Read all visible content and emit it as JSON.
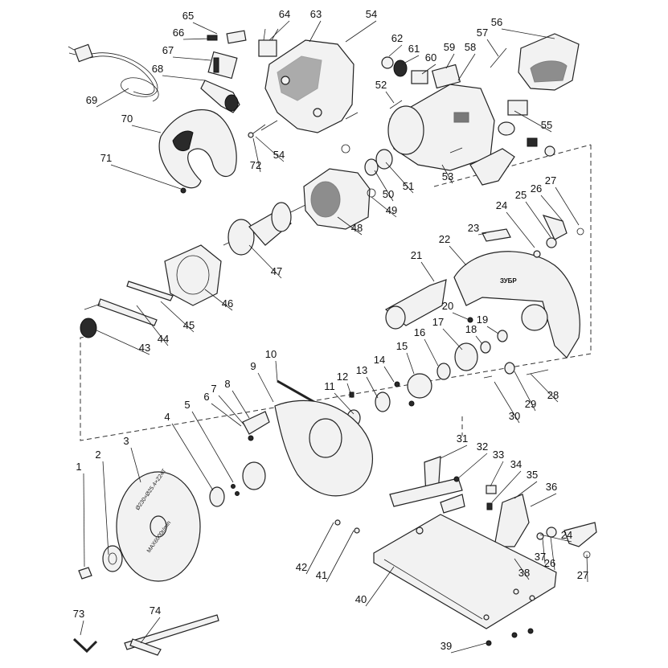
{
  "diagram": {
    "blade_text_primary": "Ø230×Ø25.4×Z24T",
    "blade_text_speed": "MAX6000r/min",
    "guard_brand": "ЗУБР",
    "label_color": "#111111",
    "line_color": "#222222",
    "callouts": [
      {
        "id": "1"
      },
      {
        "id": "2"
      },
      {
        "id": "3"
      },
      {
        "id": "4"
      },
      {
        "id": "5"
      },
      {
        "id": "6"
      },
      {
        "id": "7"
      },
      {
        "id": "8"
      },
      {
        "id": "9"
      },
      {
        "id": "10"
      },
      {
        "id": "11"
      },
      {
        "id": "12"
      },
      {
        "id": "13"
      },
      {
        "id": "14"
      },
      {
        "id": "15"
      },
      {
        "id": "16"
      },
      {
        "id": "17"
      },
      {
        "id": "18"
      },
      {
        "id": "19"
      },
      {
        "id": "20"
      },
      {
        "id": "21"
      },
      {
        "id": "22"
      },
      {
        "id": "23"
      },
      {
        "id": "24"
      },
      {
        "id": "25"
      },
      {
        "id": "26"
      },
      {
        "id": "27"
      },
      {
        "id": "28"
      },
      {
        "id": "29"
      },
      {
        "id": "30"
      },
      {
        "id": "31"
      },
      {
        "id": "32"
      },
      {
        "id": "33"
      },
      {
        "id": "34"
      },
      {
        "id": "35"
      },
      {
        "id": "36"
      },
      {
        "id": "37"
      },
      {
        "id": "38"
      },
      {
        "id": "39"
      },
      {
        "id": "40"
      },
      {
        "id": "41"
      },
      {
        "id": "42"
      },
      {
        "id": "43"
      },
      {
        "id": "44"
      },
      {
        "id": "45"
      },
      {
        "id": "46"
      },
      {
        "id": "47"
      },
      {
        "id": "48"
      },
      {
        "id": "49"
      },
      {
        "id": "50"
      },
      {
        "id": "51"
      },
      {
        "id": "52"
      },
      {
        "id": "53"
      },
      {
        "id": "54"
      },
      {
        "id": "55"
      },
      {
        "id": "56"
      },
      {
        "id": "57"
      },
      {
        "id": "58"
      },
      {
        "id": "59"
      },
      {
        "id": "60"
      },
      {
        "id": "61"
      },
      {
        "id": "62"
      },
      {
        "id": "63"
      },
      {
        "id": "64"
      },
      {
        "id": "65"
      },
      {
        "id": "66"
      },
      {
        "id": "67"
      },
      {
        "id": "68"
      },
      {
        "id": "69"
      },
      {
        "id": "70"
      },
      {
        "id": "71"
      },
      {
        "id": "72"
      },
      {
        "id": "73"
      },
      {
        "id": "74"
      }
    ]
  }
}
